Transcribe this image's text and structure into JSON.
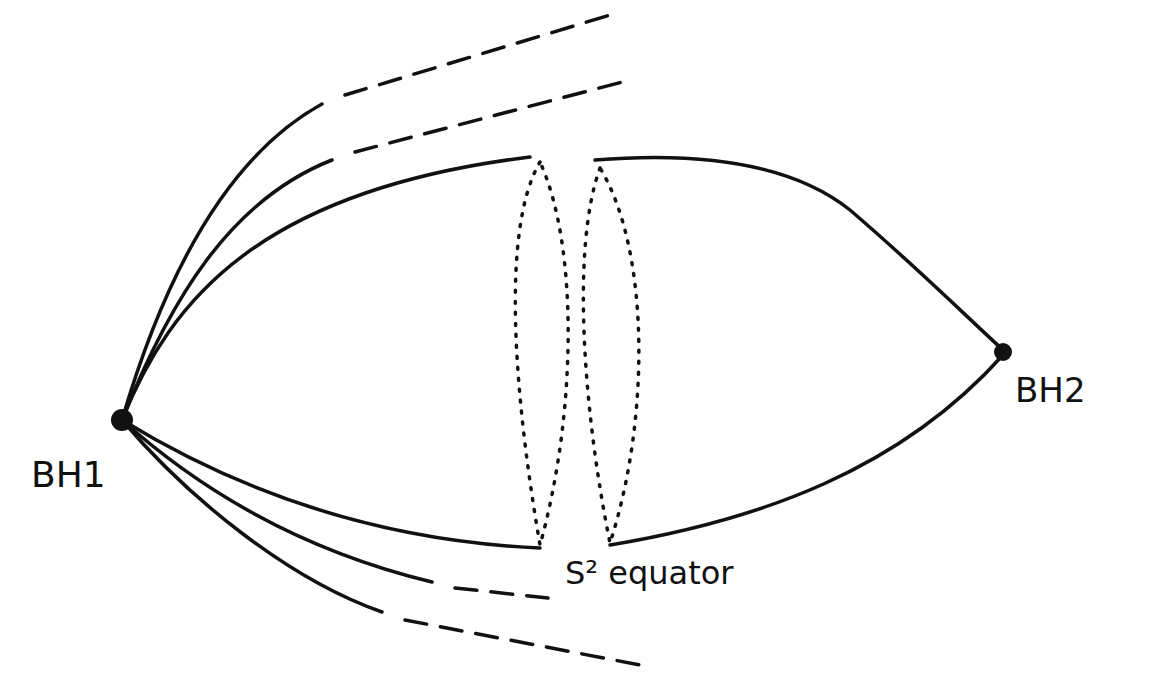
{
  "diagram": {
    "labels": [
      "BH1",
      "BH2",
      "S² equator"
    ]
  }
}
